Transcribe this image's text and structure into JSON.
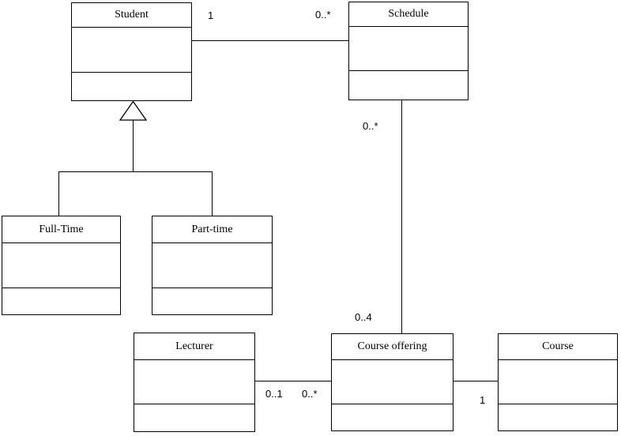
{
  "classes": {
    "student": {
      "name": "Student"
    },
    "schedule": {
      "name": "Schedule"
    },
    "full_time": {
      "name": "Full-Time"
    },
    "part_time": {
      "name": "Part-time"
    },
    "lecturer": {
      "name": "Lecturer"
    },
    "course_offering": {
      "name": "Course offering"
    },
    "course": {
      "name": "Course"
    }
  },
  "multiplicities": {
    "student_schedule": {
      "at_student": "1",
      "at_schedule": "0..*"
    },
    "schedule_course_offering": {
      "at_schedule": "0..*",
      "at_course_offering": "0..4"
    },
    "lecturer_course_offering": {
      "at_lecturer": "0..1",
      "at_course_offering": "0..*"
    },
    "course_offering_course": {
      "at_course": "1"
    }
  },
  "generalization": {
    "parent": "Student",
    "children": [
      "Full-Time",
      "Part-time"
    ]
  },
  "colors": {
    "line": "#000000",
    "box_fill": "#ffffff",
    "background": "#ffffff"
  }
}
